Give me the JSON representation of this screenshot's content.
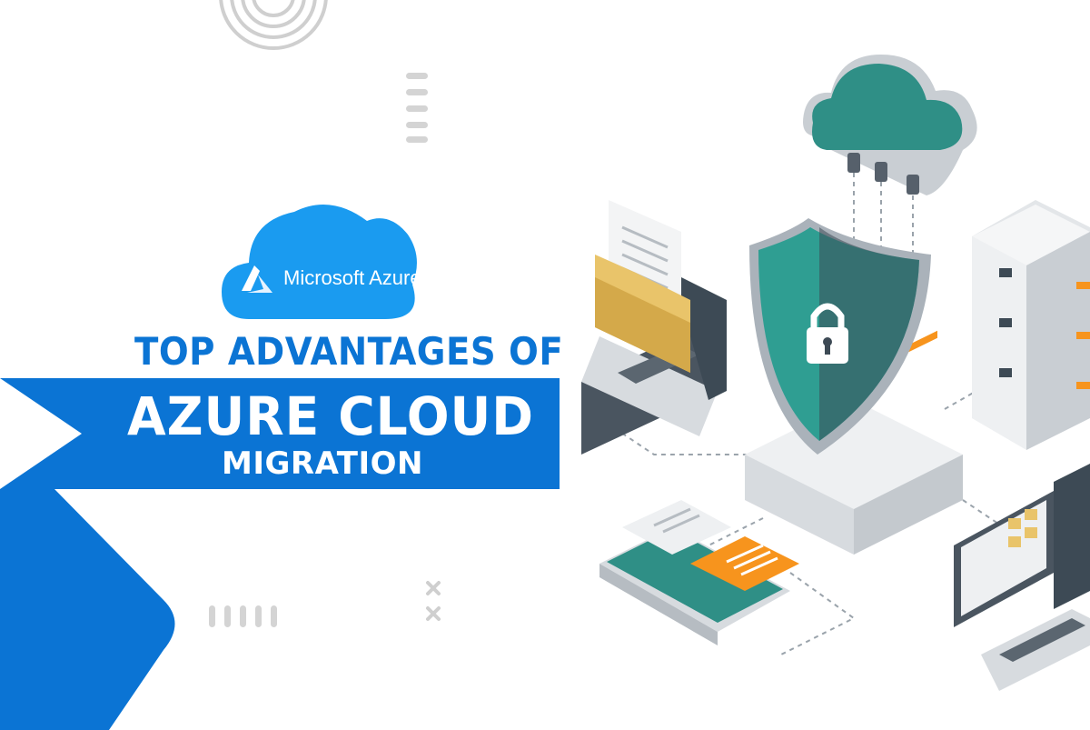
{
  "logo": {
    "brand_name": "Microsoft Azure"
  },
  "headline": {
    "line1": "TOP ADVANTAGES OF",
    "line2": "AZURE CLOUD",
    "line3": "MIGRATION"
  },
  "colors": {
    "brand_blue": "#0b74d4",
    "cloud_blue": "#1a9bf0",
    "teal": "#2f9e92",
    "slate": "#4a5560",
    "orange": "#f7941d",
    "folder_yellow": "#e9c46a"
  },
  "icons": [
    "azure-logo-icon",
    "cloud-icon",
    "shield-lock-icon",
    "server-rack-icon",
    "laptop-icon",
    "folder-icon",
    "document-icon",
    "smartphone-icon",
    "desktop-computer-icon"
  ]
}
